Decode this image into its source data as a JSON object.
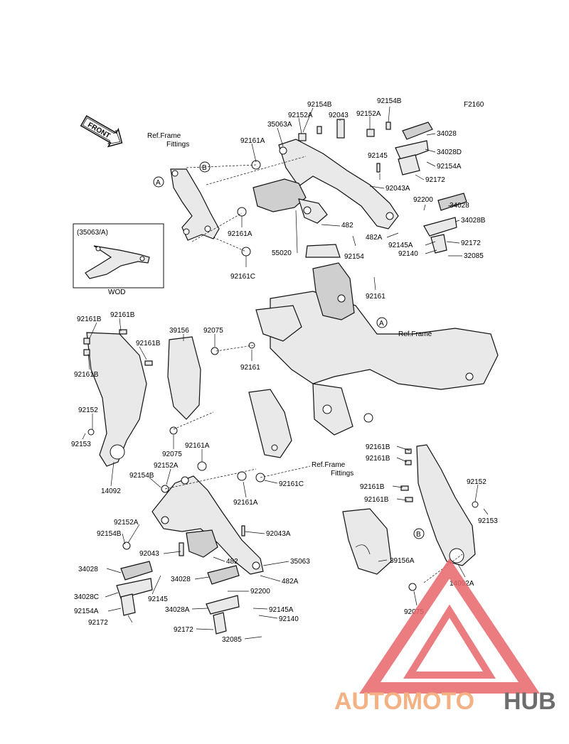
{
  "diagram_code": "F2160",
  "front_arrow_label": "FRONT",
  "inset_title": "(35063/A)",
  "inset_caption": "WOD",
  "ref_labels": {
    "ref_frame_fittings_top": [
      "Ref.Frame",
      "Fittings"
    ],
    "ref_frame": "Ref.Frame",
    "ref_frame_fittings_mid": [
      "Ref.Frame",
      "Fittings"
    ]
  },
  "callout_a": "A",
  "callout_b": "B",
  "parts_top": [
    "92154B",
    "92152A",
    "92043",
    "92152A",
    "92154B",
    "35063A",
    "92161A",
    "34028",
    "34028D",
    "92154A",
    "92145",
    "92172",
    "92043A",
    "92200",
    "34028",
    "34028B",
    "482",
    "482A",
    "92172",
    "92145A",
    "92140",
    "32085",
    "55020",
    "92154",
    "92161A",
    "92161C",
    "92161"
  ],
  "parts_left": [
    "92161B",
    "92161B",
    "92161B",
    "92161B",
    "39156",
    "92075",
    "92161",
    "92152",
    "92153",
    "92075",
    "14092"
  ],
  "parts_bottom": [
    "92161A",
    "92152A",
    "92154B",
    "92161A",
    "92161C",
    "92152A",
    "92154B",
    "92043A",
    "92043",
    "482",
    "35063",
    "482A",
    "34028",
    "34028C",
    "92154A",
    "92172",
    "92145",
    "34028",
    "92200",
    "34028A",
    "92145A",
    "92140",
    "92172",
    "32085"
  ],
  "parts_right": [
    "92161B",
    "92161B",
    "92161B",
    "92161B",
    "92152",
    "92153",
    "39156A",
    "14092A",
    "92075"
  ],
  "watermark": {
    "part1": "AUTOMOTO",
    "part2": "HUB",
    "color_auto": "#f4b183",
    "color_hub": "#6d6d6d",
    "logo_color": "#e8666a"
  }
}
